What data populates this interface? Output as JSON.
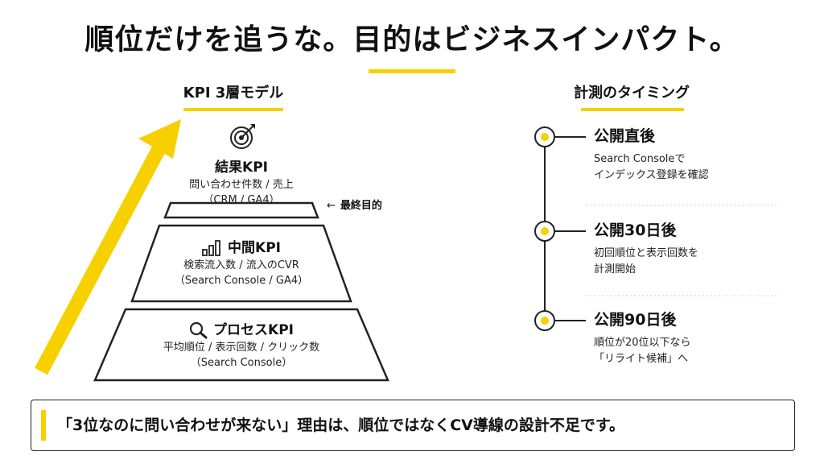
{
  "headline": "順位だけを追うな。目的はビジネスインパクト。",
  "left_section": {
    "title": "KPI 3層モデル"
  },
  "right_section": {
    "title": "計測のタイミング"
  },
  "tiers": [
    {
      "icon": "target-icon",
      "title": "結果KPI",
      "desc": "問い合わせ件数 / 売上",
      "source": "（CRM / GA4）"
    },
    {
      "icon": "bar-chart-icon",
      "title": "中間KPI",
      "desc": "検索流入数 / 流入のCVR",
      "source": "（Search Console / GA4）"
    },
    {
      "icon": "magnifier-icon",
      "title": "プロセスKPI",
      "desc": "平均順位 / 表示回数 / クリック数",
      "source": "（Search Console）"
    }
  ],
  "final_goal": {
    "arrow": "←",
    "label": "最終目的"
  },
  "timeline": [
    {
      "title": "公開直後",
      "line1": "Search Consoleで",
      "line2": "インデックス登録を確認"
    },
    {
      "title": "公開30日後",
      "line1": "初回順位と表示回数を",
      "line2": "計測開始"
    },
    {
      "title": "公開90日後",
      "line1": "順位が20位以下なら",
      "line2": "「リライト候補」へ"
    }
  ],
  "bottom_message": "「3位なのに問い合わせが来ない」理由は、順位ではなくCV導線の設計不足です。",
  "colors": {
    "accent": "#f7d000",
    "text": "#111111",
    "divider": "#cccccc"
  }
}
